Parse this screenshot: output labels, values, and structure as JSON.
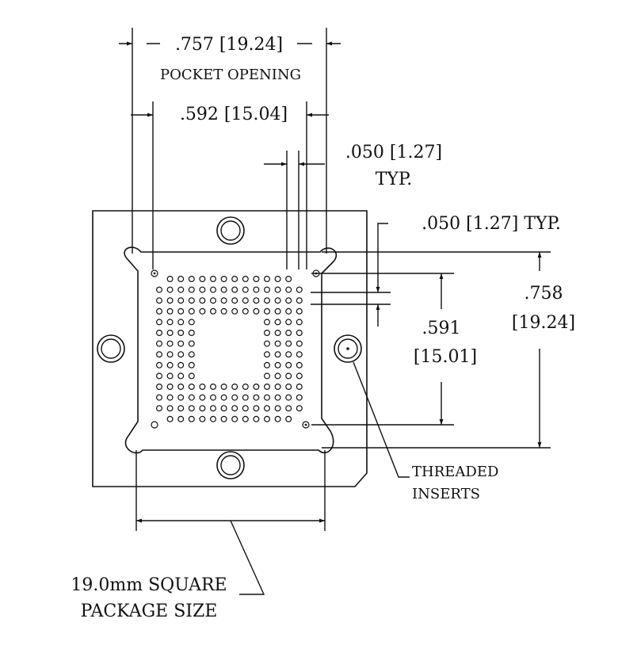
{
  "dimensions": {
    "pocket_width": ".757 [19.24]",
    "pocket_label": "POCKET OPENING",
    "pin_span_x": ".592 [15.04]",
    "pitch_x_line1": ".050 [1.27]",
    "pitch_x_line2": "TYP.",
    "pitch_y": ".050 [1.27] TYP.",
    "pin_span_y_line1": ".591",
    "pin_span_y_line2": "[15.01]",
    "pocket_height_line1": ".758",
    "pocket_height_line2": "[19.24]"
  },
  "callouts": {
    "inserts_line1": "THREADED",
    "inserts_line2": "INSERTS",
    "package_line1": "19.0mm SQUARE",
    "package_line2": "PACKAGE SIZE"
  },
  "grid": {
    "rows": 14,
    "cols": 14,
    "empty_center": 6,
    "pitch_label": ".050 [1.27]"
  }
}
